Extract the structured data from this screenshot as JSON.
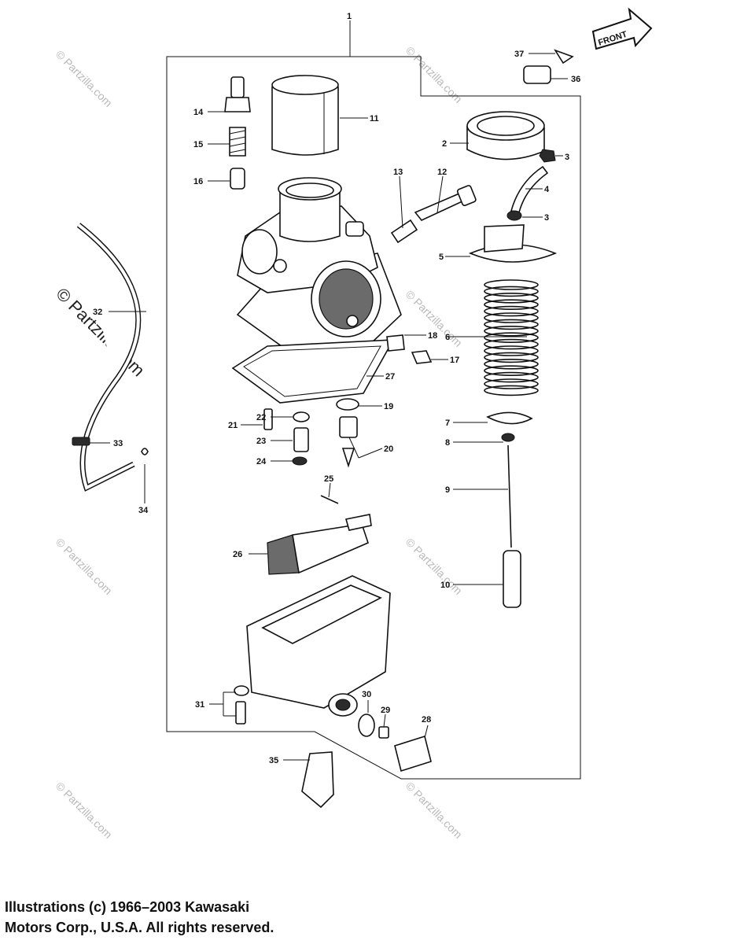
{
  "front_label": "FRONT",
  "watermarks": [
    "© Partzilla.com",
    "© Partzilla.com",
    "© Partzilla.com",
    "© Partzilla.com",
    "© Partzilla.com",
    "© Partzilla.com",
    "© Partzilla.com",
    "© Partzilla.com"
  ],
  "callouts": {
    "1": "1",
    "2": "2",
    "3a": "3",
    "3b": "3",
    "4": "4",
    "5": "5",
    "6": "6",
    "7": "7",
    "8": "8",
    "9": "9",
    "10": "10",
    "11": "11",
    "12": "12",
    "13": "13",
    "14": "14",
    "15": "15",
    "16": "16",
    "17": "17",
    "18": "18",
    "19": "19",
    "20": "20",
    "21": "21",
    "22": "22",
    "23": "23",
    "24": "24",
    "25": "25",
    "26": "26",
    "27": "27",
    "28": "28",
    "29": "29",
    "30": "30",
    "31": "31",
    "32": "32",
    "33": "33",
    "34": "34",
    "35": "35",
    "36": "36",
    "37": "37"
  },
  "copyright": {
    "line1": "Illustrations (c) 1966–2003 Kawasaki",
    "line2": "Motors Corp., U.S.A.  All rights reserved."
  }
}
